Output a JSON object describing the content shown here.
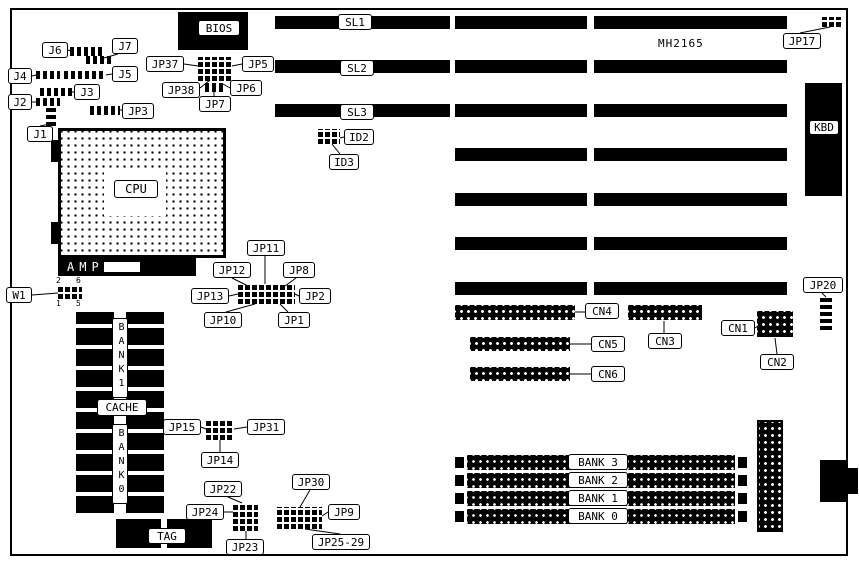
{
  "board": {
    "model": "MH2165"
  },
  "labels": {
    "bios": "BIOS",
    "sl1": "SL1",
    "sl2": "SL2",
    "sl3": "SL3",
    "jp17": "JP17",
    "kbd": "KBD",
    "j1": "J1",
    "j2": "J2",
    "j3": "J3",
    "j4": "J4",
    "j5": "J5",
    "j6": "J6",
    "j7": "J7",
    "jp37": "JP37",
    "jp38": "JP38",
    "jp5": "JP5",
    "jp6": "JP6",
    "jp7": "JP7",
    "jp3": "JP3",
    "id2": "ID2",
    "id3": "ID3",
    "cpu": "CPU",
    "amp": "AMP",
    "w1": "W1",
    "jp11": "JP11",
    "jp12": "JP12",
    "jp8": "JP8",
    "jp13": "JP13",
    "jp2": "JP2",
    "jp10": "JP10",
    "jp1": "JP1",
    "jp20": "JP20",
    "cn1": "CN1",
    "cn2": "CN2",
    "cn3": "CN3",
    "cn4": "CN4",
    "cn5": "CN5",
    "cn6": "CN6",
    "bank1_col": "BANK1",
    "cache": "CACHE",
    "bank0_col": "BANK0",
    "tag": "TAG",
    "jp15": "JP15",
    "jp31": "JP31",
    "jp14": "JP14",
    "jp22": "JP22",
    "jp24": "JP24",
    "jp23": "JP23",
    "jp30": "JP30",
    "jp9": "JP9",
    "jp25_29": "JP25-29"
  },
  "w1_pins": {
    "p2": "2",
    "p6": "6",
    "p1": "1",
    "p5": "5"
  },
  "simm_banks": [
    "BANK 3",
    "BANK 2",
    "BANK 1",
    "BANK 0"
  ]
}
